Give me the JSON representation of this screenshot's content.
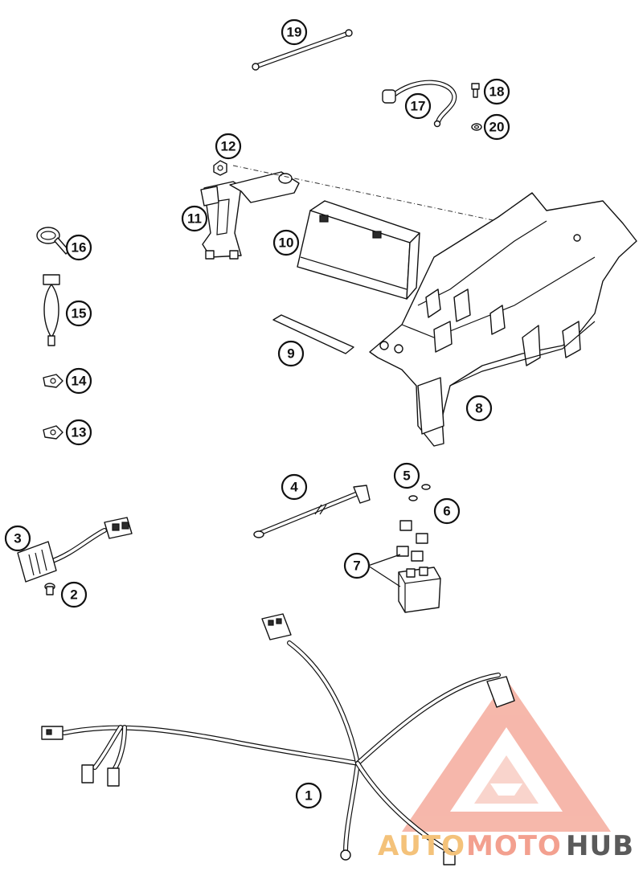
{
  "callouts": [
    {
      "label": "1"
    },
    {
      "label": "2"
    },
    {
      "label": "3"
    },
    {
      "label": "4"
    },
    {
      "label": "5"
    },
    {
      "label": "6"
    },
    {
      "label": "7"
    },
    {
      "label": "8"
    },
    {
      "label": "9"
    },
    {
      "label": "10"
    },
    {
      "label": "11"
    },
    {
      "label": "12"
    },
    {
      "label": "13"
    },
    {
      "label": "14"
    },
    {
      "label": "15"
    },
    {
      "label": "16"
    },
    {
      "label": "17"
    },
    {
      "label": "18"
    },
    {
      "label": "19"
    },
    {
      "label": "20"
    }
  ],
  "watermark": {
    "part1": "AUTO",
    "part2": "MOTO",
    "part3": "HUB",
    "color_primary": "#f3a08f",
    "color_secondary": "#f4c27a",
    "color_dark": "#5a5a5a"
  }
}
